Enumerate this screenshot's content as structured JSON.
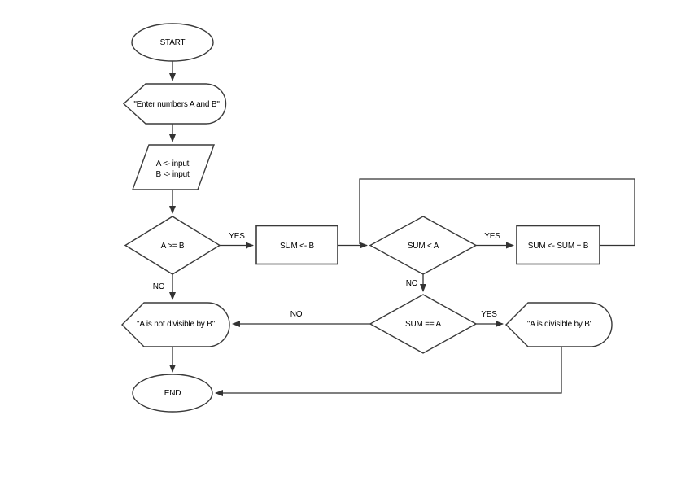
{
  "diagram": {
    "type": "flowchart",
    "background": "#ffffff",
    "colors": {
      "shape_stroke": "#3a3a3a",
      "line_stroke": "#333333",
      "shape_fill": "#ffffff",
      "text": "#000000"
    },
    "nodes": {
      "start": {
        "kind": "terminator",
        "label": "START"
      },
      "prompt": {
        "kind": "display",
        "label": "\"Enter numbers A and B\""
      },
      "read_input": {
        "kind": "input",
        "line1": "A <- input",
        "line2": "B <- input"
      },
      "check_a_ge_b": {
        "kind": "decision",
        "label": "A >= B"
      },
      "init_sum": {
        "kind": "process",
        "label": "SUM <- B"
      },
      "check_sum_lt_a": {
        "kind": "decision",
        "label": "SUM < A"
      },
      "add_b": {
        "kind": "process",
        "label": "SUM <- SUM + B"
      },
      "check_sum_eq_a": {
        "kind": "decision",
        "label": "SUM == A"
      },
      "divisible_msg": {
        "kind": "display",
        "label": "\"A is divisible by B\""
      },
      "not_divisible_msg": {
        "kind": "display",
        "label": "\"A is not divisible by B\""
      },
      "end": {
        "kind": "terminator",
        "label": "END"
      }
    },
    "edge_labels": {
      "a_ge_b_yes": "YES",
      "a_ge_b_no": "NO",
      "sum_lt_a_yes": "YES",
      "sum_lt_a_no": "NO",
      "sum_eq_a_yes": "YES",
      "sum_eq_a_no": "NO"
    }
  }
}
